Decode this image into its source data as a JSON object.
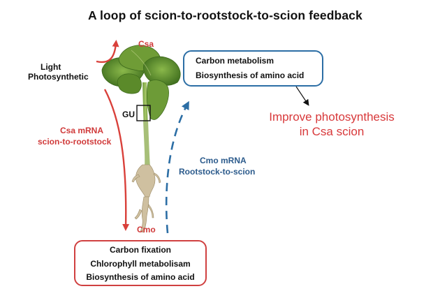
{
  "title": "A loop of scion-to-rootstock-to-scion  feedback",
  "labels": {
    "csa": "Csa",
    "light": "Light",
    "photosynthetic": "Photosynthetic",
    "gu": "GU",
    "csa_mrna": "Csa mRNA",
    "scion_to_rootstock": "scion-to-rootstock",
    "cmo_mrna": "Cmo mRNA",
    "rootstock_to_scion": "Rootstock-to-scion",
    "cmo": "Cmo"
  },
  "scion_box": {
    "lines": [
      "Carbon metabolism",
      "Biosynthesis of amino acid"
    ]
  },
  "rootstock_box": {
    "lines": [
      "Carbon fixation",
      "Chlorophyll metabolisam",
      "Biosynthesis of amino acid"
    ]
  },
  "outcome": {
    "lines": [
      "Improve photosynthesis",
      "in Csa scion"
    ]
  },
  "colors": {
    "red": "#d03a3a",
    "blue": "#2c6ea5",
    "leaf": "#5c8a2a",
    "root": "#cdbd9c"
  }
}
